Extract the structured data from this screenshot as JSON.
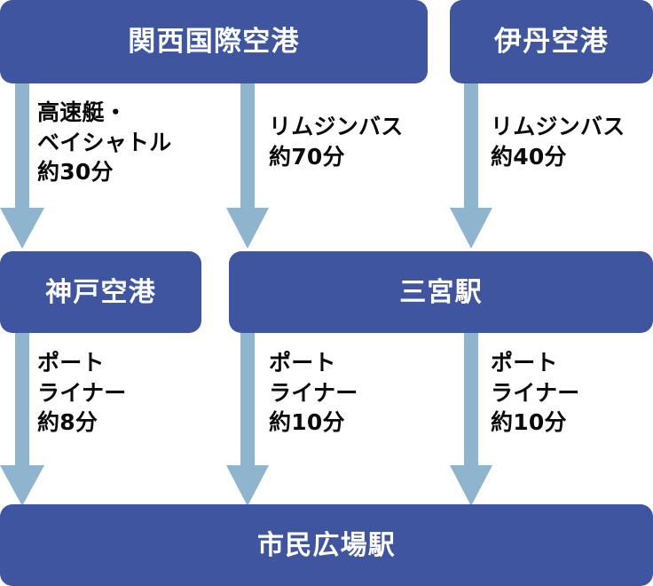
{
  "diagram": {
    "title_text": "",
    "colors": {
      "node_fill": "#3f55a0",
      "node_text": "#ffffff",
      "arrow_fill": "#8fb4cd",
      "label_text": "#0a0a0a",
      "background": "#ffffff"
    },
    "nodes": [
      {
        "id": "kix",
        "label": "関西国際空港"
      },
      {
        "id": "itami",
        "label": "伊丹空港"
      },
      {
        "id": "kobe",
        "label": "神戸空港"
      },
      {
        "id": "sannomiya",
        "label": "三宮駅"
      },
      {
        "id": "shimin",
        "label": "市民広場駅"
      }
    ],
    "edges": [
      {
        "id": "kix-kobe",
        "from": "関西国際空港",
        "to": "神戸空港",
        "mode": "高速艇・\nベイシャトル",
        "duration": "約30分",
        "label": "高速艇・\nベイシャトル\n約30分"
      },
      {
        "id": "kix-sannomiya",
        "from": "関西国際空港",
        "to": "三宮駅",
        "mode": "リムジンバス",
        "duration": "約70分",
        "label": "リムジンバス\n約70分"
      },
      {
        "id": "itami-sannomiya",
        "from": "伊丹空港",
        "to": "三宮駅",
        "mode": "リムジンバス",
        "duration": "約40分",
        "label": "リムジンバス\n約40分"
      },
      {
        "id": "kobe-shimin",
        "from": "神戸空港",
        "to": "市民広場駅",
        "mode": "ポート\nライナー",
        "duration": "約8分",
        "label": "ポート\nライナー\n約8分"
      },
      {
        "id": "sannomiya-shimin-a",
        "from": "三宮駅",
        "to": "市民広場駅",
        "mode": "ポート\nライナー",
        "duration": "約10分",
        "label": "ポート\nライナー\n約10分"
      },
      {
        "id": "sannomiya-shimin-b",
        "from": "三宮駅",
        "to": "市民広場駅",
        "mode": "ポート\nライナー",
        "duration": "約10分",
        "label": "ポート\nライナー\n約10分"
      }
    ]
  }
}
